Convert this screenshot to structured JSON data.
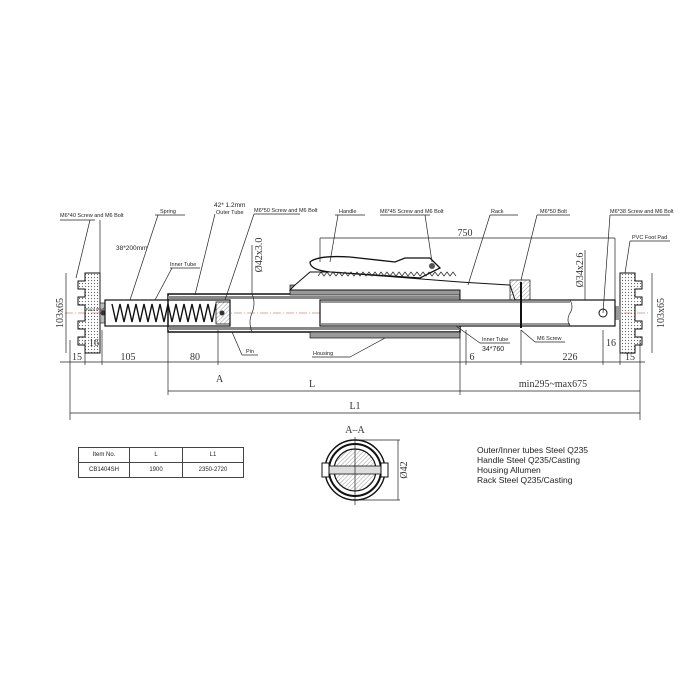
{
  "labels": {
    "screw_left": "M6*40 Screw and M6 Bolt",
    "spring": "Spring",
    "spring_size": "38*200mm",
    "outer_tube_size": "42* 1.2mm",
    "outer_tube": "Outer Tube",
    "screw_mid": "M6*50 Screw and M6 Bolt",
    "inner_tube_left": "Inner Tube",
    "handle": "Handle",
    "screw_handle": "M6*45 Screw and M6 Bolt",
    "rack": "Rack",
    "bolt_right": "M6*50 Bolt",
    "screw_right": "M6*38 Screw and M6 Bolt",
    "pvc_pad": "PVC Foot Pad",
    "foot_pad": "Foot Pad",
    "pin": "Pin",
    "housing": "Housing",
    "inner_tube_right": "Inner Tube",
    "inner_tube_right_size": "34*760",
    "m6_screw": "M6 Screw",
    "section_mark": "A",
    "section_title": "A–A"
  },
  "dimensions": {
    "d15_left": "15",
    "d16_left": "16",
    "d105": "105",
    "d80": "80",
    "d6": "6",
    "d226": "226",
    "d16_right": "16",
    "d15_right": "15",
    "L": "L",
    "min_max": "min295~max675",
    "L1": "L1",
    "d750": "750",
    "pad_left": "103x65",
    "pad_right": "103x65",
    "outer_dia": "Ø42x3.0",
    "inner_dia": "Ø34x2.6",
    "section_dia": "Ø42"
  },
  "table": {
    "headers": [
      "Item No.",
      "L",
      "L1"
    ],
    "rows": [
      [
        "CB1404SH",
        "1900",
        "2350-2720"
      ]
    ]
  },
  "materials": [
    "Outer/Inner tubes Steel Q235",
    "Handle Steel Q235/Casting",
    "Housing Allumen",
    "Rack Steel Q235/Casting"
  ]
}
